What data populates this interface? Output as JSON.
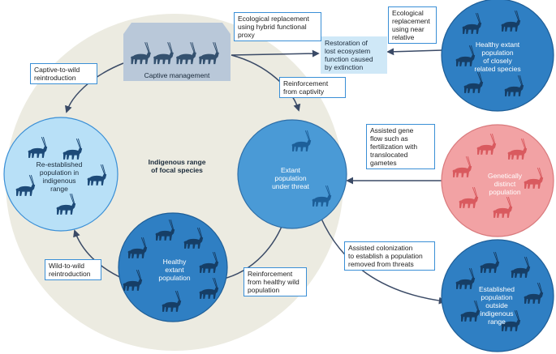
{
  "range_label": "Indigenous range\nof focal species",
  "captive": {
    "label": "Captive management"
  },
  "hub": {
    "text": "Restoration of\nlost ecosystem\nfunction caused\nby extinction"
  },
  "nodes": {
    "reestablished": "Re-established\npopulation in\nindigenous\nrange",
    "threat": "Extant\npopulation\nunder threat",
    "healthy": "Healthy\nextant\npopulation",
    "related": "Healthy extant\npopulation\nof closely\nrelated species",
    "distinct": "Genetically\ndistinct\npopulation",
    "outside": "Established\npopulation\noutside\nindigenous\nrange"
  },
  "callouts": {
    "hybrid": "Ecological replacement\nusing hybrid functional\nproxy",
    "near": "Ecological\nreplacement\nusing near\nrelative",
    "captive_wild": "Captive-to-wild\nreintroduction",
    "reinf_captive": "Reinforcement\nfrom captivity",
    "gene_flow": "Assisted gene\nflow such as\nfertilization with\ntranslocated\ngametes",
    "colonization": "Assisted colonization\nto establish a population\nremoved from threats",
    "wild_wild": "Wild-to-wild\nreintroduction",
    "reinf_wild": "Reinforcement\nfrom healthy wild\npopulation"
  },
  "colors": {
    "range_fill": "#ecebe1",
    "light_circle": "#b8e0f7",
    "mid_circle": "#4a9ad6",
    "dark_circle": "#2f7fc3",
    "pink_circle": "#f2a2a4",
    "hub_fill": "#cfe8f7",
    "arrow": "#3a4a66",
    "border": "#3a8fd6"
  },
  "icons": [
    "oryx-icon"
  ]
}
